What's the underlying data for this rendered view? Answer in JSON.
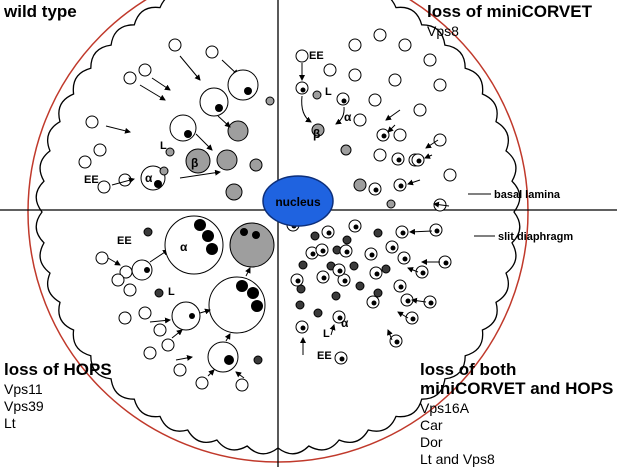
{
  "quadrants": {
    "top_left": {
      "title": "wild type"
    },
    "top_right": {
      "title": "loss of miniCORVET",
      "genes": [
        "Vps8"
      ]
    },
    "bottom_left": {
      "title": "loss of HOPS",
      "genes": [
        "Vps11",
        "Vps39",
        "Lt"
      ]
    },
    "bottom_right": {
      "title_line1": "loss of both",
      "title_line2": "miniCORVET and HOPS",
      "genes": [
        "Vps16A",
        "Car",
        "Dor",
        "Lt and Vps8"
      ]
    }
  },
  "labels": {
    "nucleus": "nucleus",
    "basal_lamina": "basal lamina",
    "slit_diaphragm": "slit diaphragm",
    "ee": "EE",
    "l": "L",
    "alpha": "α",
    "beta": "β"
  },
  "colors": {
    "outline": "#000000",
    "basal_lamina": "#c0392b",
    "nucleus_fill": "#1f63e0",
    "nucleus_stroke": "#0d2f7a",
    "lysosome_gray": "#9e9e9e",
    "dark_vesicle": "#3a3a3a"
  }
}
